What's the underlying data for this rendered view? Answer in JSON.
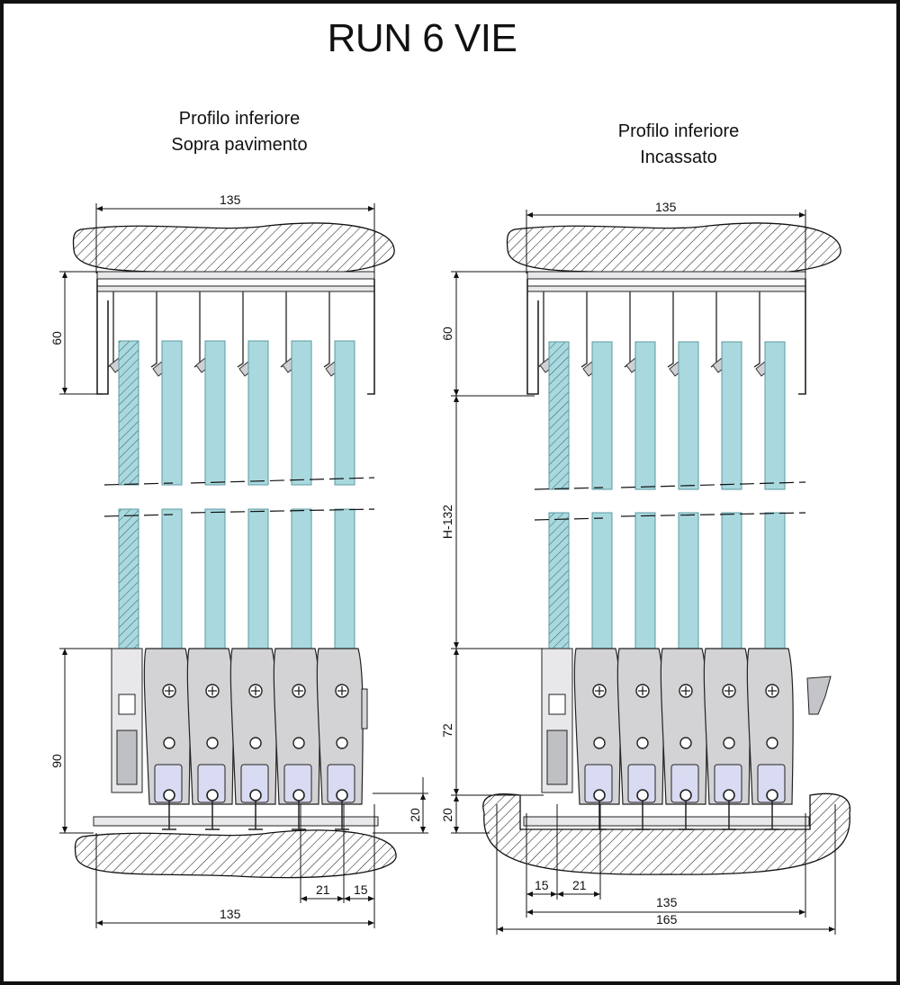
{
  "title": "RUN 6 VIE",
  "left": {
    "heading_line1": "Profilo inferiore",
    "heading_line2": "Sopra pavimento",
    "dims": {
      "top_width": "135",
      "top_height": "60",
      "bottom_height": "90",
      "floor_profile": "20",
      "pitch": "21",
      "edge": "15",
      "bottom_width": "135"
    }
  },
  "right": {
    "heading_line1": "Profilo inferiore",
    "heading_line2": "Incassato",
    "dims": {
      "top_width": "135",
      "top_height": "60",
      "mid_height": "H-132",
      "bottom_height": "72",
      "floor_profile": "20",
      "edge": "15",
      "pitch": "21",
      "inner_width": "135",
      "outer_width": "165"
    }
  },
  "colors": {
    "glass": "#a9d9df",
    "glass_edge": "#5b9aa2",
    "carriage": "#d3d3d6",
    "profile": "#e8e8ea",
    "line": "#111111"
  }
}
